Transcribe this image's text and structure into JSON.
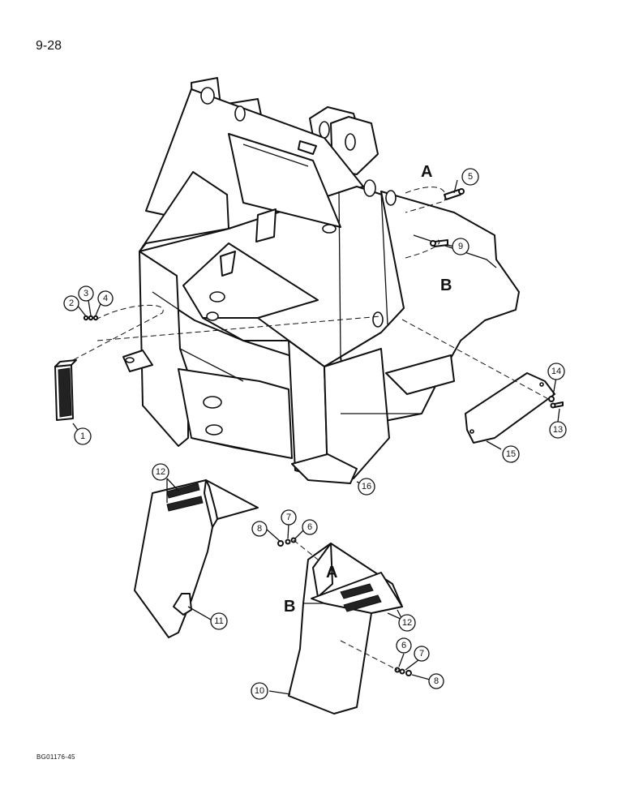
{
  "page": {
    "page_number": "9-28",
    "footer_code": "BG01176-45"
  },
  "reference_letters": {
    "a": "A",
    "b": "B"
  },
  "callouts": {
    "c1": "1",
    "c2": "2",
    "c3": "3",
    "c4": "4",
    "c5": "5",
    "c6a": "6",
    "c6b": "6",
    "c7a": "7",
    "c7b": "7",
    "c8a": "8",
    "c8b": "8",
    "c9": "9",
    "c10": "10",
    "c11": "11",
    "c12a": "12",
    "c12b": "12",
    "c13": "13",
    "c14": "14",
    "c15": "15",
    "c16": "16"
  }
}
